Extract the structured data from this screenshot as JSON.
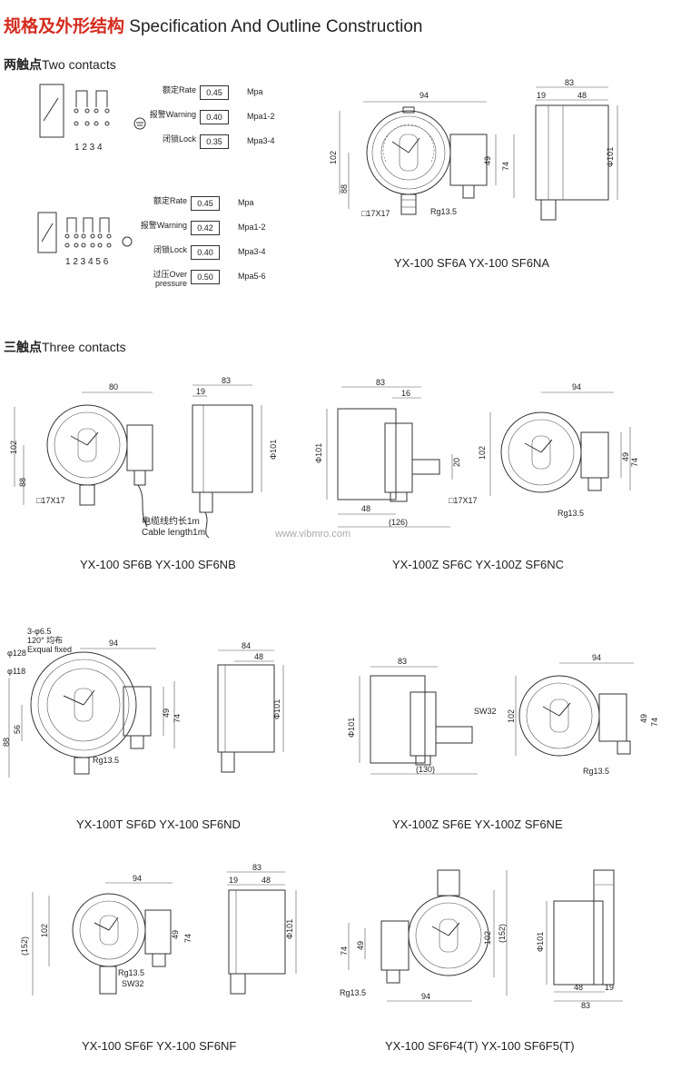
{
  "header": {
    "title_cn": "规格及外形结构",
    "title_en": "Specification And Outline Construction"
  },
  "two_contacts": {
    "heading_cn": "两触点",
    "heading_en": "Two contacts",
    "terminals_a": "1 2 3 4",
    "terminals_b": "1 2 3 4 5 6",
    "table_a": [
      {
        "label_cn": "额定",
        "label_en": "Rate",
        "value": "0.45",
        "unit": "Mpa"
      },
      {
        "label_cn": "报警",
        "label_en": "Warning",
        "value": "0.40",
        "unit": "Mpa1-2"
      },
      {
        "label_cn": "闭锁",
        "label_en": "Lock",
        "value": "0.35",
        "unit": "Mpa3-4"
      }
    ],
    "table_b": [
      {
        "label_cn": "额定",
        "label_en": "Rate",
        "value": "0.45",
        "unit": "Mpa"
      },
      {
        "label_cn": "报警",
        "label_en": "Warning",
        "value": "0.42",
        "unit": "Mpa1-2"
      },
      {
        "label_cn": "闭锁",
        "label_en": "Lock",
        "value": "0.40",
        "unit": "Mpa3-4"
      },
      {
        "label_cn": "过压",
        "label_en": "Over pressure",
        "value": "0.50",
        "unit": "Mpa5-6"
      }
    ],
    "caption": "YX-100 SF6A   YX-100 SF6NA"
  },
  "three_contacts": {
    "heading_cn": "三触点",
    "heading_en": "Three contacts",
    "captions": {
      "b": "YX-100 SF6B   YX-100 SF6NB",
      "c": "YX-100Z SF6C   YX-100Z SF6NC",
      "d": "YX-100T SF6D   YX-100 SF6ND",
      "e": "YX-100Z SF6E   YX-100Z SF6NE",
      "f": "YX-100 SF6F   YX-100 SF6NF",
      "f4": "YX-100 SF6F4(T)   YX-100 SF6F5(T)"
    },
    "cable_cn": "电缆线约长1m",
    "cable_en": "Cable length1m",
    "holes": "3-φ6.5",
    "holes_note_cn": "120° 均布",
    "holes_note_en": "Exqual fixed"
  },
  "dimensions": {
    "d94": "94",
    "d83": "83",
    "d48": "48",
    "d19": "19",
    "d102": "102",
    "d88": "88",
    "d49": "49",
    "d74": "74",
    "d101": "Φ101",
    "d80": "80",
    "d16": "16",
    "d20": "20",
    "d126": "(126)",
    "d84": "84",
    "d128": "φ128",
    "d118": "φ118",
    "d56": "56",
    "d130": "(130)",
    "d152": "(152)",
    "sq": "□17X17",
    "rg": "Rg13.5",
    "sw": "SW32"
  },
  "watermark": "www.vibmro.com"
}
